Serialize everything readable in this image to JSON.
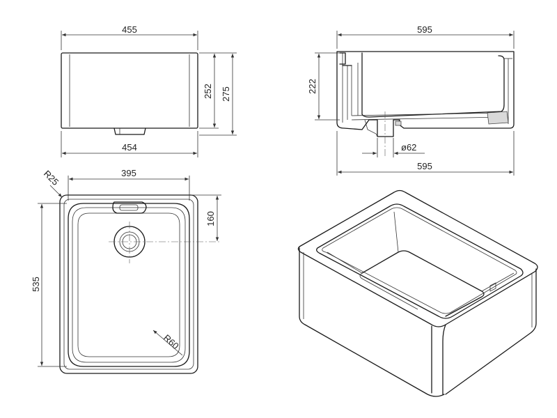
{
  "diagram": {
    "front_view": {
      "width_top": "455",
      "width_bottom": "454",
      "inner_height": "252",
      "outer_height": "275"
    },
    "side_view": {
      "width_top": "595",
      "width_bottom": "595",
      "height": "222",
      "waste_diameter": "ø62"
    },
    "top_view": {
      "corner_radius": "R25",
      "inner_width": "395",
      "depth": "535",
      "waste_offset": "160",
      "bowl_radius": "R60"
    }
  }
}
